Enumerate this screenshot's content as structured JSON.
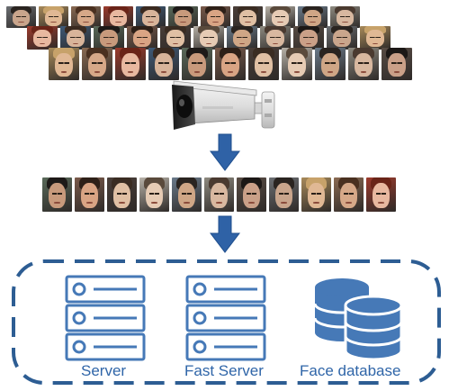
{
  "labels": {
    "server": "Server",
    "fast_server": "Fast Server",
    "database": "Face database"
  },
  "icons": [
    "security-camera-icon",
    "server-icon",
    "fast-server-icon",
    "face-database-icon",
    "down-arrow-icon"
  ],
  "colors": {
    "accent": "#2f65a8",
    "arrow": "#2f62a6",
    "icon_fill": "#4679b7",
    "icon_light": "#ffffff",
    "frame": "#2d5d93"
  }
}
